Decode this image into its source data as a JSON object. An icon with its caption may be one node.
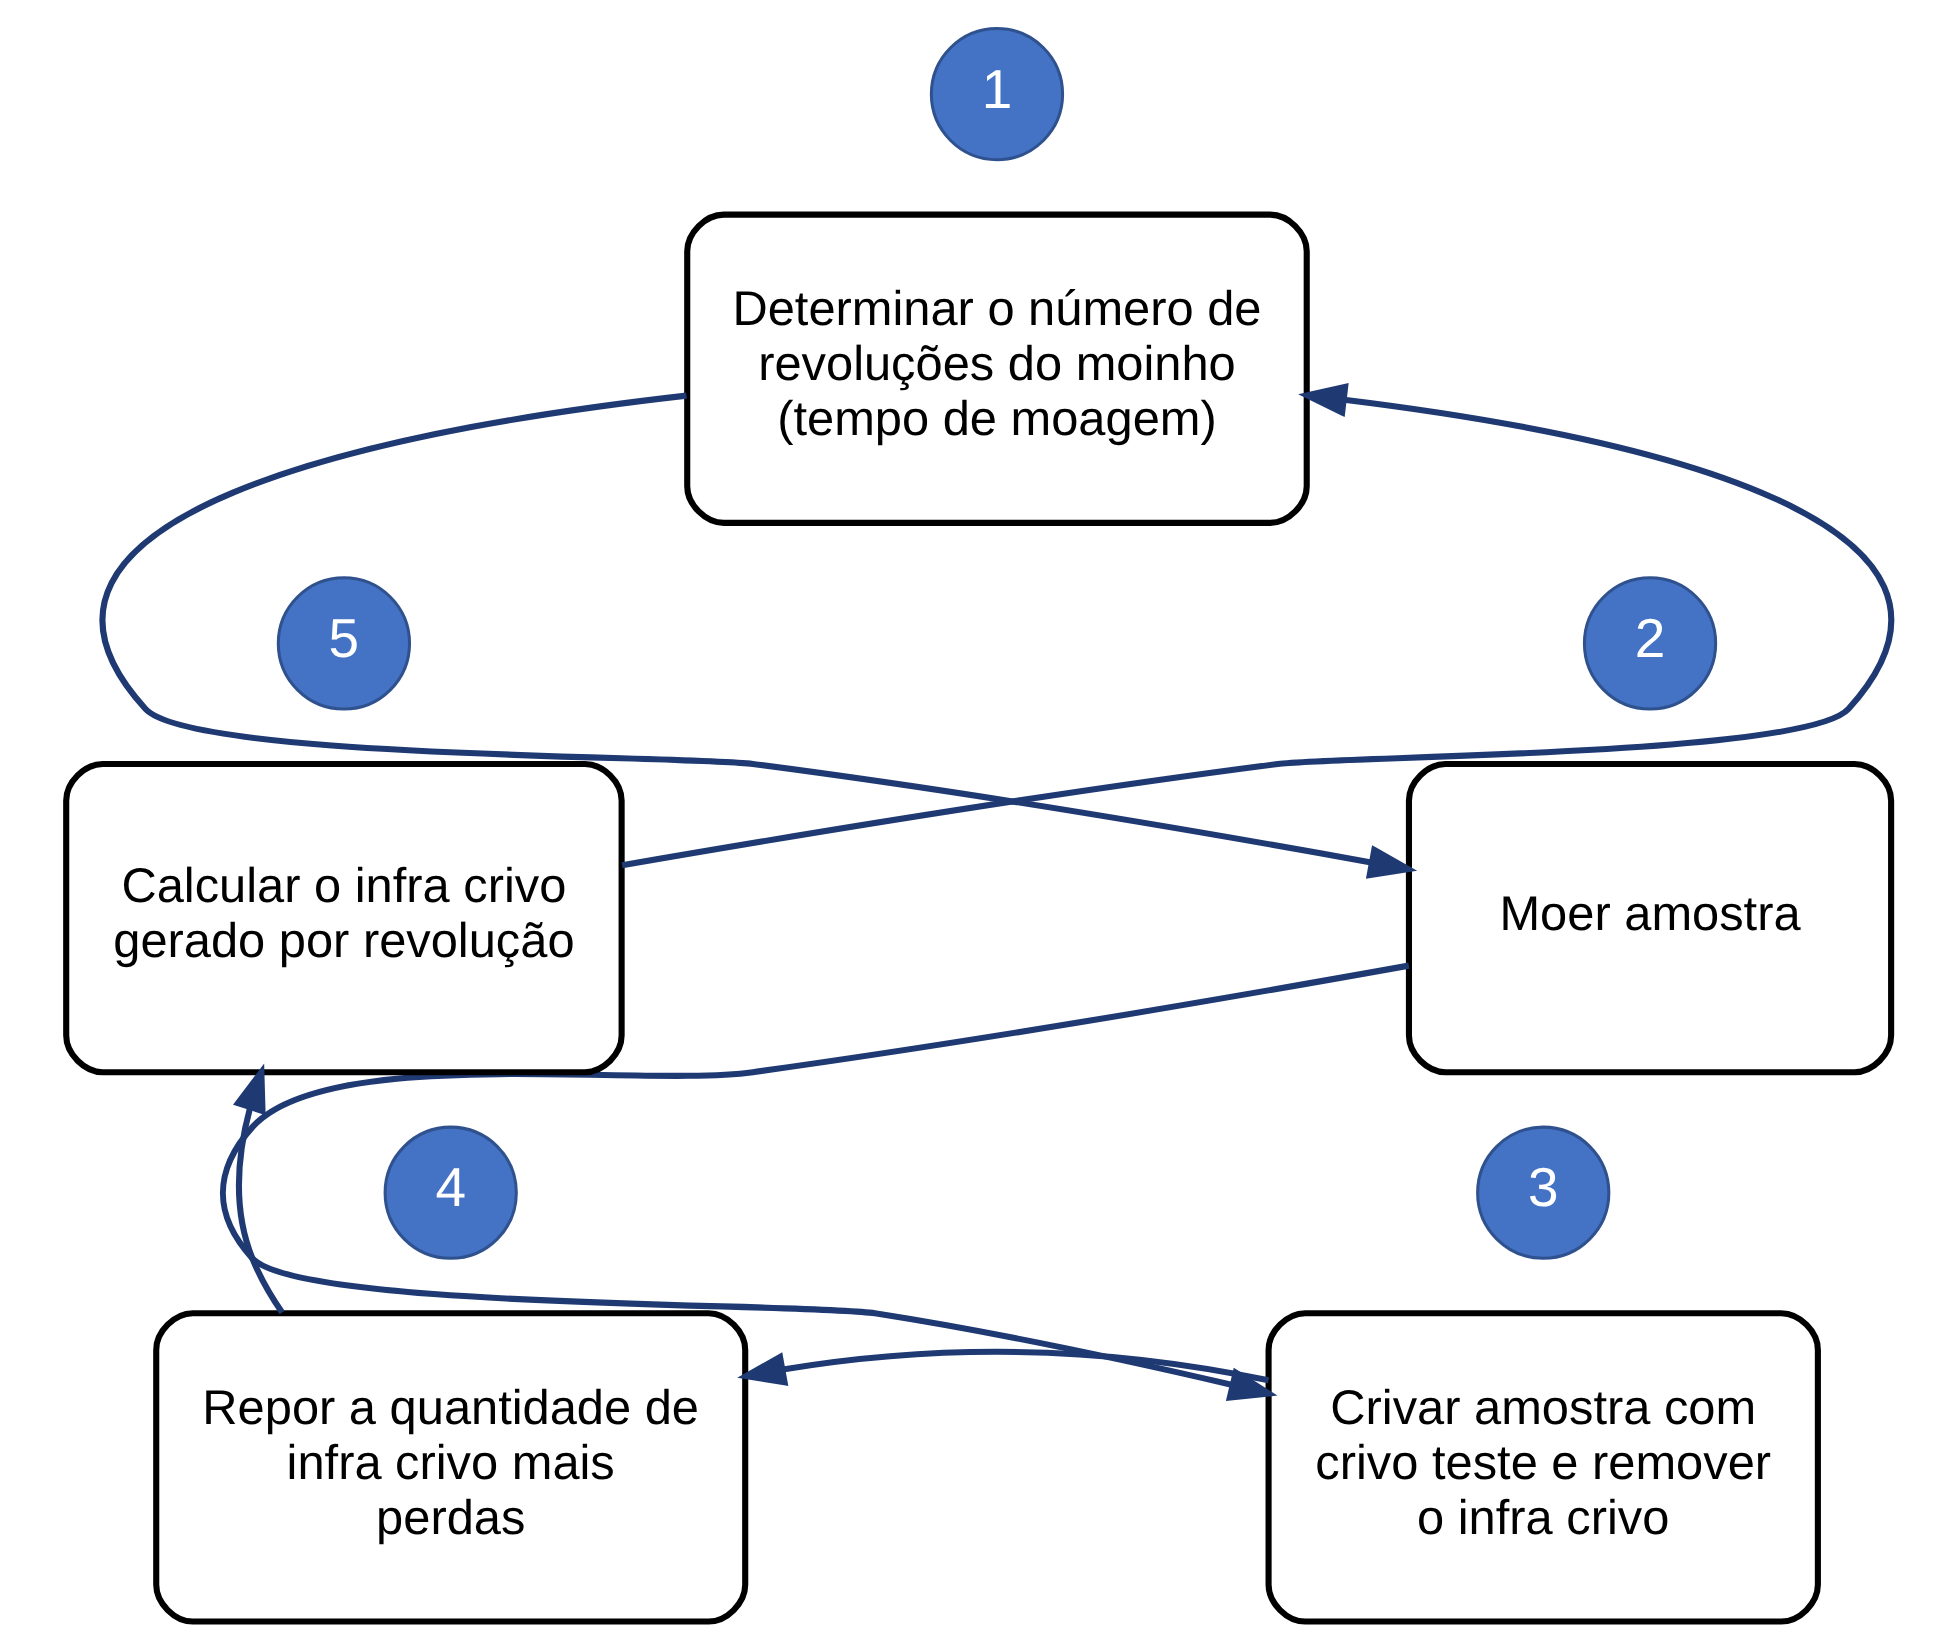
{
  "diagram": {
    "nodes": [
      {
        "text": [
          "1"
        ]
      },
      {
        "text": [
          "Determinar o número de revoluções do moinho (tempo de moagem)"
        ]
      },
      {
        "text": [
          "2"
        ]
      },
      {
        "text": [
          "Moer amostra"
        ]
      },
      {
        "text": [
          "3"
        ]
      },
      {
        "text": [
          "Crivar amostra com crivo teste e remover o infra crivo"
        ]
      },
      {
        "text": [
          "4"
        ]
      },
      {
        "text": [
          "Repor a quantidade de infra crivo mais perdas"
        ]
      },
      {
        "text": [
          "5"
        ]
      },
      {
        "text": [
          "Calcular o infra crivo gerado por revolução"
        ]
      }
    ],
    "edges": [
      {
        "from": 1,
        "to": 3,
        "arrow": "to"
      },
      {
        "from": 3,
        "to": 5,
        "arrow": "to"
      },
      {
        "from": 5,
        "to": 7,
        "arrow": "to"
      },
      {
        "from": 7,
        "to": 9,
        "arrow": "to"
      },
      {
        "from": 9,
        "to": 1,
        "arrow": "to"
      }
    ]
  }
}
